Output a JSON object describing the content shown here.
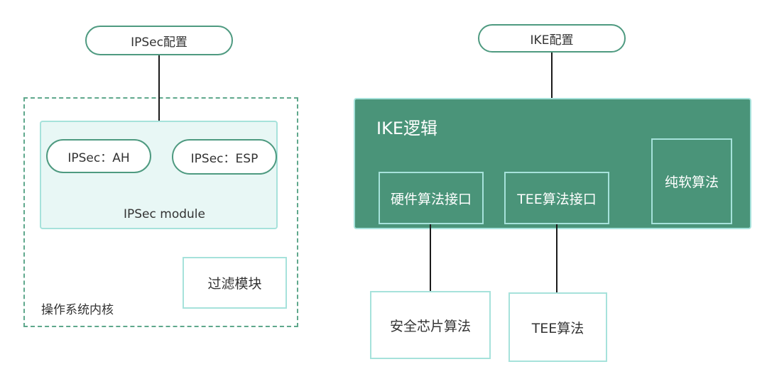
{
  "left": {
    "ipsec_config": "IPSec配置",
    "ah": "IPSec：AH",
    "esp": "IPSec：ESP",
    "module_label": "IPSec module",
    "filter_module": "过滤模块",
    "kernel_label": "操作系统内核"
  },
  "right": {
    "ike_config": "IKE配置",
    "ike_logic": "IKE逻辑",
    "hw_interface": "硬件算法接口",
    "tee_interface": "TEE算法接口",
    "soft_algo": "纯软算法",
    "chip_algo": "安全芯片算法",
    "tee_algo": "TEE算法"
  },
  "colors": {
    "pill_border": "#4e9a80",
    "teal_border": "#a6e2db",
    "module_fill": "#e8f7f5",
    "ike_fill": "#4a9479",
    "dashed": "#5fa88c"
  }
}
